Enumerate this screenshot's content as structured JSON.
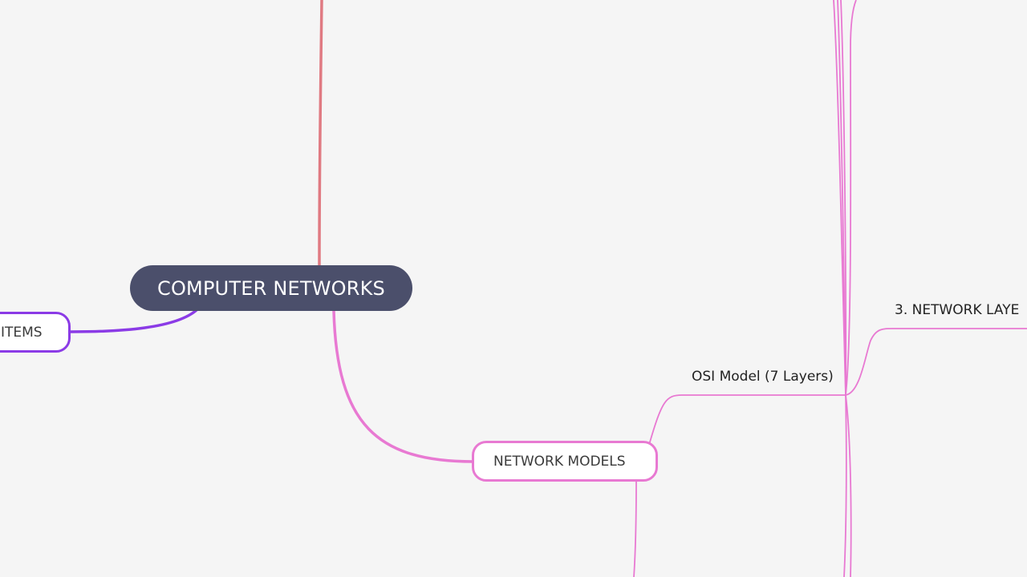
{
  "mindmap": {
    "root": {
      "label": "COMPUTER NETWORKS"
    },
    "branches": [
      {
        "label": "ITEMS",
        "color": "#8b3be6"
      },
      {
        "label": "NETWORK MODELS",
        "color": "#e879d2"
      }
    ],
    "subtopics": [
      {
        "label": "OSI Model (7 Layers)",
        "parent": "NETWORK MODELS",
        "color": "#e879d2"
      },
      {
        "label": "3. NETWORK LAYE",
        "parent": "OSI Model (7 Layers)",
        "color": "#e879d2"
      }
    ],
    "offscreen_branch_color": "#e07a82",
    "root_color": "#4b4f6b",
    "background": "#f5f5f5"
  }
}
